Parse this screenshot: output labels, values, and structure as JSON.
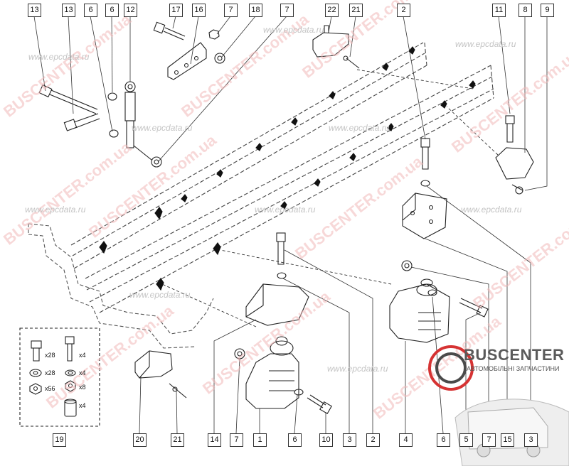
{
  "callouts": {
    "c13a": "13",
    "c13b": "13",
    "c6a": "6",
    "c6b": "6",
    "c12": "12",
    "c17": "17",
    "c16": "16",
    "c7a": "7",
    "c18": "18",
    "c7b": "7",
    "c22": "22",
    "c21a": "21",
    "c2a": "2",
    "c11": "11",
    "c8": "8",
    "c9": "9",
    "c19": "19",
    "c20": "20",
    "c21b": "21",
    "c14": "14",
    "c7c": "7",
    "c1": "1",
    "c6c": "6",
    "c10": "10",
    "c3a": "3",
    "c2b": "2",
    "c4": "4",
    "c6d": "6",
    "c5": "5",
    "c7d": "7",
    "c15": "15",
    "c3b": "3"
  },
  "legend": {
    "bolt_large_qty": "x28",
    "bolt_small_qty": "x4",
    "washer_large_qty": "x28",
    "washer_small_qty": "x4",
    "nut_large_qty": "x56",
    "nut_small_qty": "x8",
    "spacer_qty": "x4"
  },
  "watermarks": {
    "brand": "BUSCENTER",
    "brand_domain": "BUSCENTER.com.ua",
    "site": "www.epcdata.ru"
  },
  "logo": {
    "name": "BUSCENTER",
    "subtitle": "АВТОМОБІЛЬНІ ЗАПЧАСТИНИ"
  }
}
